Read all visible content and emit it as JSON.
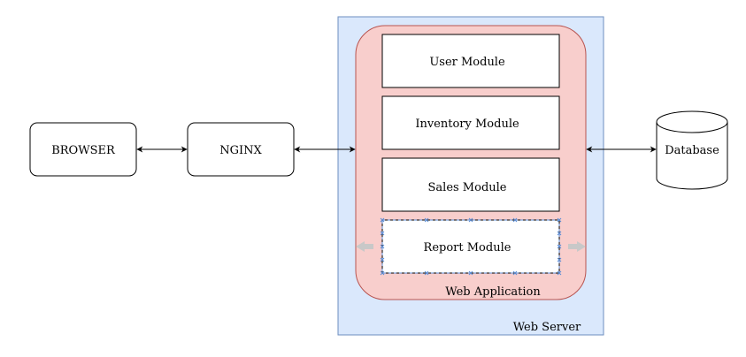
{
  "nodes": {
    "browser": "BROWSER",
    "nginx": "NGINX",
    "database": "Database",
    "web_server": "Web Server",
    "web_application": "Web Application",
    "modules": {
      "user": "User Module",
      "inventory": "Inventory Module",
      "sales": "Sales Module",
      "report": "Report Module"
    }
  },
  "colors": {
    "web_server_fill": "#dae8fc",
    "web_server_stroke": "#6c8ebf",
    "web_app_fill": "#f8cecc",
    "web_app_stroke": "#b85450",
    "selection_handle": "#5b8dd6",
    "hover_arrow": "#c8c8c8"
  },
  "state": {
    "selected_node": "Report Module"
  }
}
